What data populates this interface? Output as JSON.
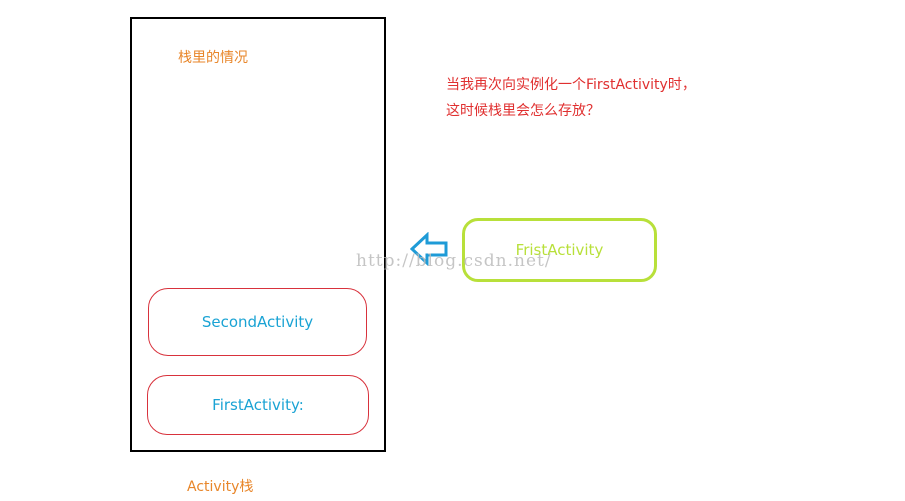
{
  "stack": {
    "title": "栈里的情况",
    "label": "Activity栈",
    "items": [
      {
        "label": "SecondActivity"
      },
      {
        "label": "FirstActivity:"
      }
    ]
  },
  "question": {
    "line1": "当我再次向实例化一个FirstActivity时，",
    "line2": "这时候栈里会怎么存放？"
  },
  "incoming": {
    "label": "FristActivity"
  },
  "watermark": "http://blog.csdn.net/",
  "colors": {
    "title": "#e8862a",
    "question": "#e03030",
    "stack_item_border": "#d8323c",
    "stack_item_text": "#1aa3d4",
    "incoming": "#b8e03a",
    "arrow": "#1e9bd7"
  },
  "icons": {
    "push_arrow": "arrow-left-icon"
  }
}
